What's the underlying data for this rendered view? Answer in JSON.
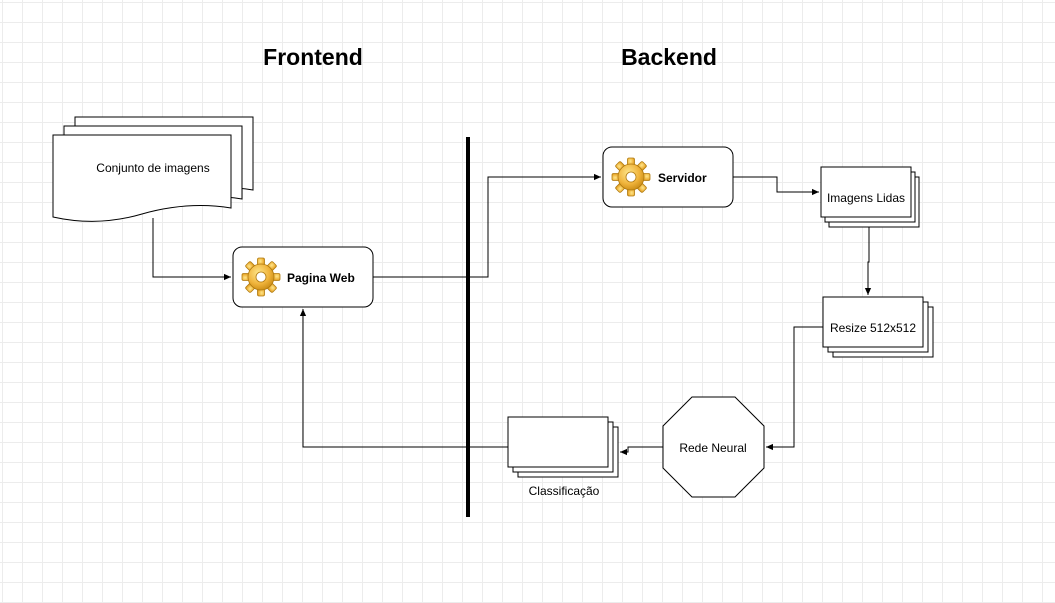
{
  "headings": {
    "frontend": "Frontend",
    "backend": "Backend"
  },
  "nodes": {
    "dataset": {
      "label": "Conjunto de imagens"
    },
    "webpage": {
      "label": "Pagina Web",
      "icon": "gear-icon"
    },
    "server": {
      "label": "Servidor",
      "icon": "gear-icon"
    },
    "read_images": {
      "label": "Imagens Lidas"
    },
    "resize": {
      "label": "Resize 512x512"
    },
    "neural_net": {
      "label": "Rede Neural"
    },
    "classification": {
      "label": "Classificação"
    }
  },
  "colors": {
    "grid": "#ececec",
    "stroke": "#000000",
    "gear_main": "#f0b43c",
    "gear_dark": "#c98a12",
    "gear_light": "#fde58a"
  }
}
